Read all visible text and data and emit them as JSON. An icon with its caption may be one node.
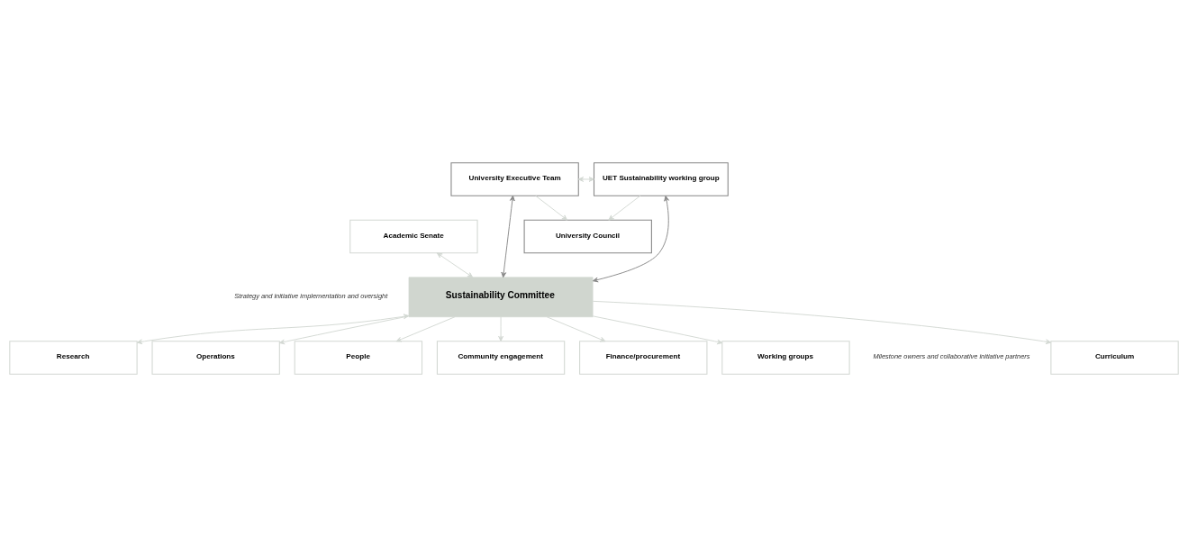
{
  "diagram": {
    "nodes": [
      {
        "text": [
          "Academic Senate"
        ]
      },
      {
        "text": [
          "University Council"
        ]
      },
      {
        "text": [
          "University Executive Team"
        ]
      },
      {
        "text": [
          "UET Sustainability working group"
        ]
      },
      {
        "text": [
          "Sustainability Committee"
        ]
      },
      {
        "text": [
          "Curriculum"
        ]
      },
      {
        "text": [
          "Research"
        ]
      },
      {
        "text": [
          "Operations"
        ]
      },
      {
        "text": [
          "People"
        ]
      },
      {
        "text": [
          "Community engagement"
        ]
      },
      {
        "text": [
          "Finance/procurement"
        ]
      },
      {
        "text": [
          "Working groups"
        ]
      }
    ],
    "edges": [
      {
        "from": 0,
        "to": 4,
        "arrow": "both"
      },
      {
        "from": 2,
        "to": 3,
        "arrow": "both"
      },
      {
        "from": 2,
        "to": 1,
        "arrow": "to"
      },
      {
        "from": 3,
        "to": 1,
        "arrow": "to"
      },
      {
        "from": 2,
        "to": 4,
        "arrow": "both",
        "color": "#888888"
      },
      {
        "from": 3,
        "to": 4,
        "arrow": "both",
        "color": "#888888"
      },
      {
        "from": 4,
        "to": 5,
        "arrow": "to"
      },
      {
        "from": 4,
        "to": 6,
        "arrow": "both"
      },
      {
        "from": 4,
        "to": 7,
        "arrow": "to"
      },
      {
        "from": 4,
        "to": 8,
        "arrow": "to"
      },
      {
        "from": 4,
        "to": 9,
        "arrow": "to"
      },
      {
        "from": 4,
        "to": 10,
        "arrow": "to"
      },
      {
        "from": 4,
        "to": 11,
        "arrow": "to"
      }
    ],
    "labels": [
      "Strategy and initiative implementation and oversight",
      "Milestone owners and collaborative initiative partners"
    ]
  }
}
